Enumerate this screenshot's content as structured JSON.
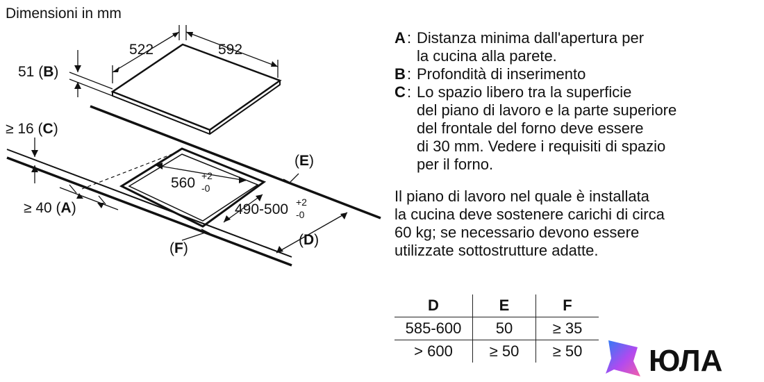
{
  "title": "Dimensioni in mm",
  "dims": {
    "width_top": "522",
    "depth_top": "592",
    "b": "51",
    "b_key": "B",
    "c_prefix": "≥ 16",
    "c_key": "C",
    "a_prefix": "≥ 40",
    "a_key": "A",
    "cut_w_base": "560",
    "cut_w_plus": "+2",
    "cut_w_minus": "-0",
    "cut_d_base": "490-500",
    "cut_d_plus": "+2",
    "cut_d_minus": "-0",
    "e_key": "E",
    "d_key": "D",
    "f_key": "F"
  },
  "legend": [
    {
      "key": "A",
      "lines": [
        "Distanza minima dall'apertura per",
        "la cucina alla parete."
      ]
    },
    {
      "key": "B",
      "lines": [
        "Profondità di inserimento"
      ]
    },
    {
      "key": "C",
      "lines": [
        "Lo spazio libero tra la superficie",
        "del piano di lavoro e la parte superiore",
        "del frontale del forno deve essere",
        "di 30 mm. Vedere i requisiti di spazio",
        "per il forno."
      ]
    }
  ],
  "note_lines": [
    "Il piano di lavoro nel quale è installata",
    "la cucina deve sostenere carichi di circa",
    "60 kg; se necessario devono essere",
    "utilizzate sottostrutture adatte."
  ],
  "table": {
    "headers": [
      "D",
      "E",
      "F"
    ],
    "rows": [
      [
        "585-600",
        "50",
        "≥ 35"
      ],
      [
        "> 600",
        "≥ 50",
        "≥ 50"
      ]
    ]
  },
  "logo_text": "ЮЛА",
  "colors": {
    "ink": "#111111",
    "logo_gradient": [
      "#2a7df5",
      "#b04af0",
      "#f25fa8"
    ]
  }
}
